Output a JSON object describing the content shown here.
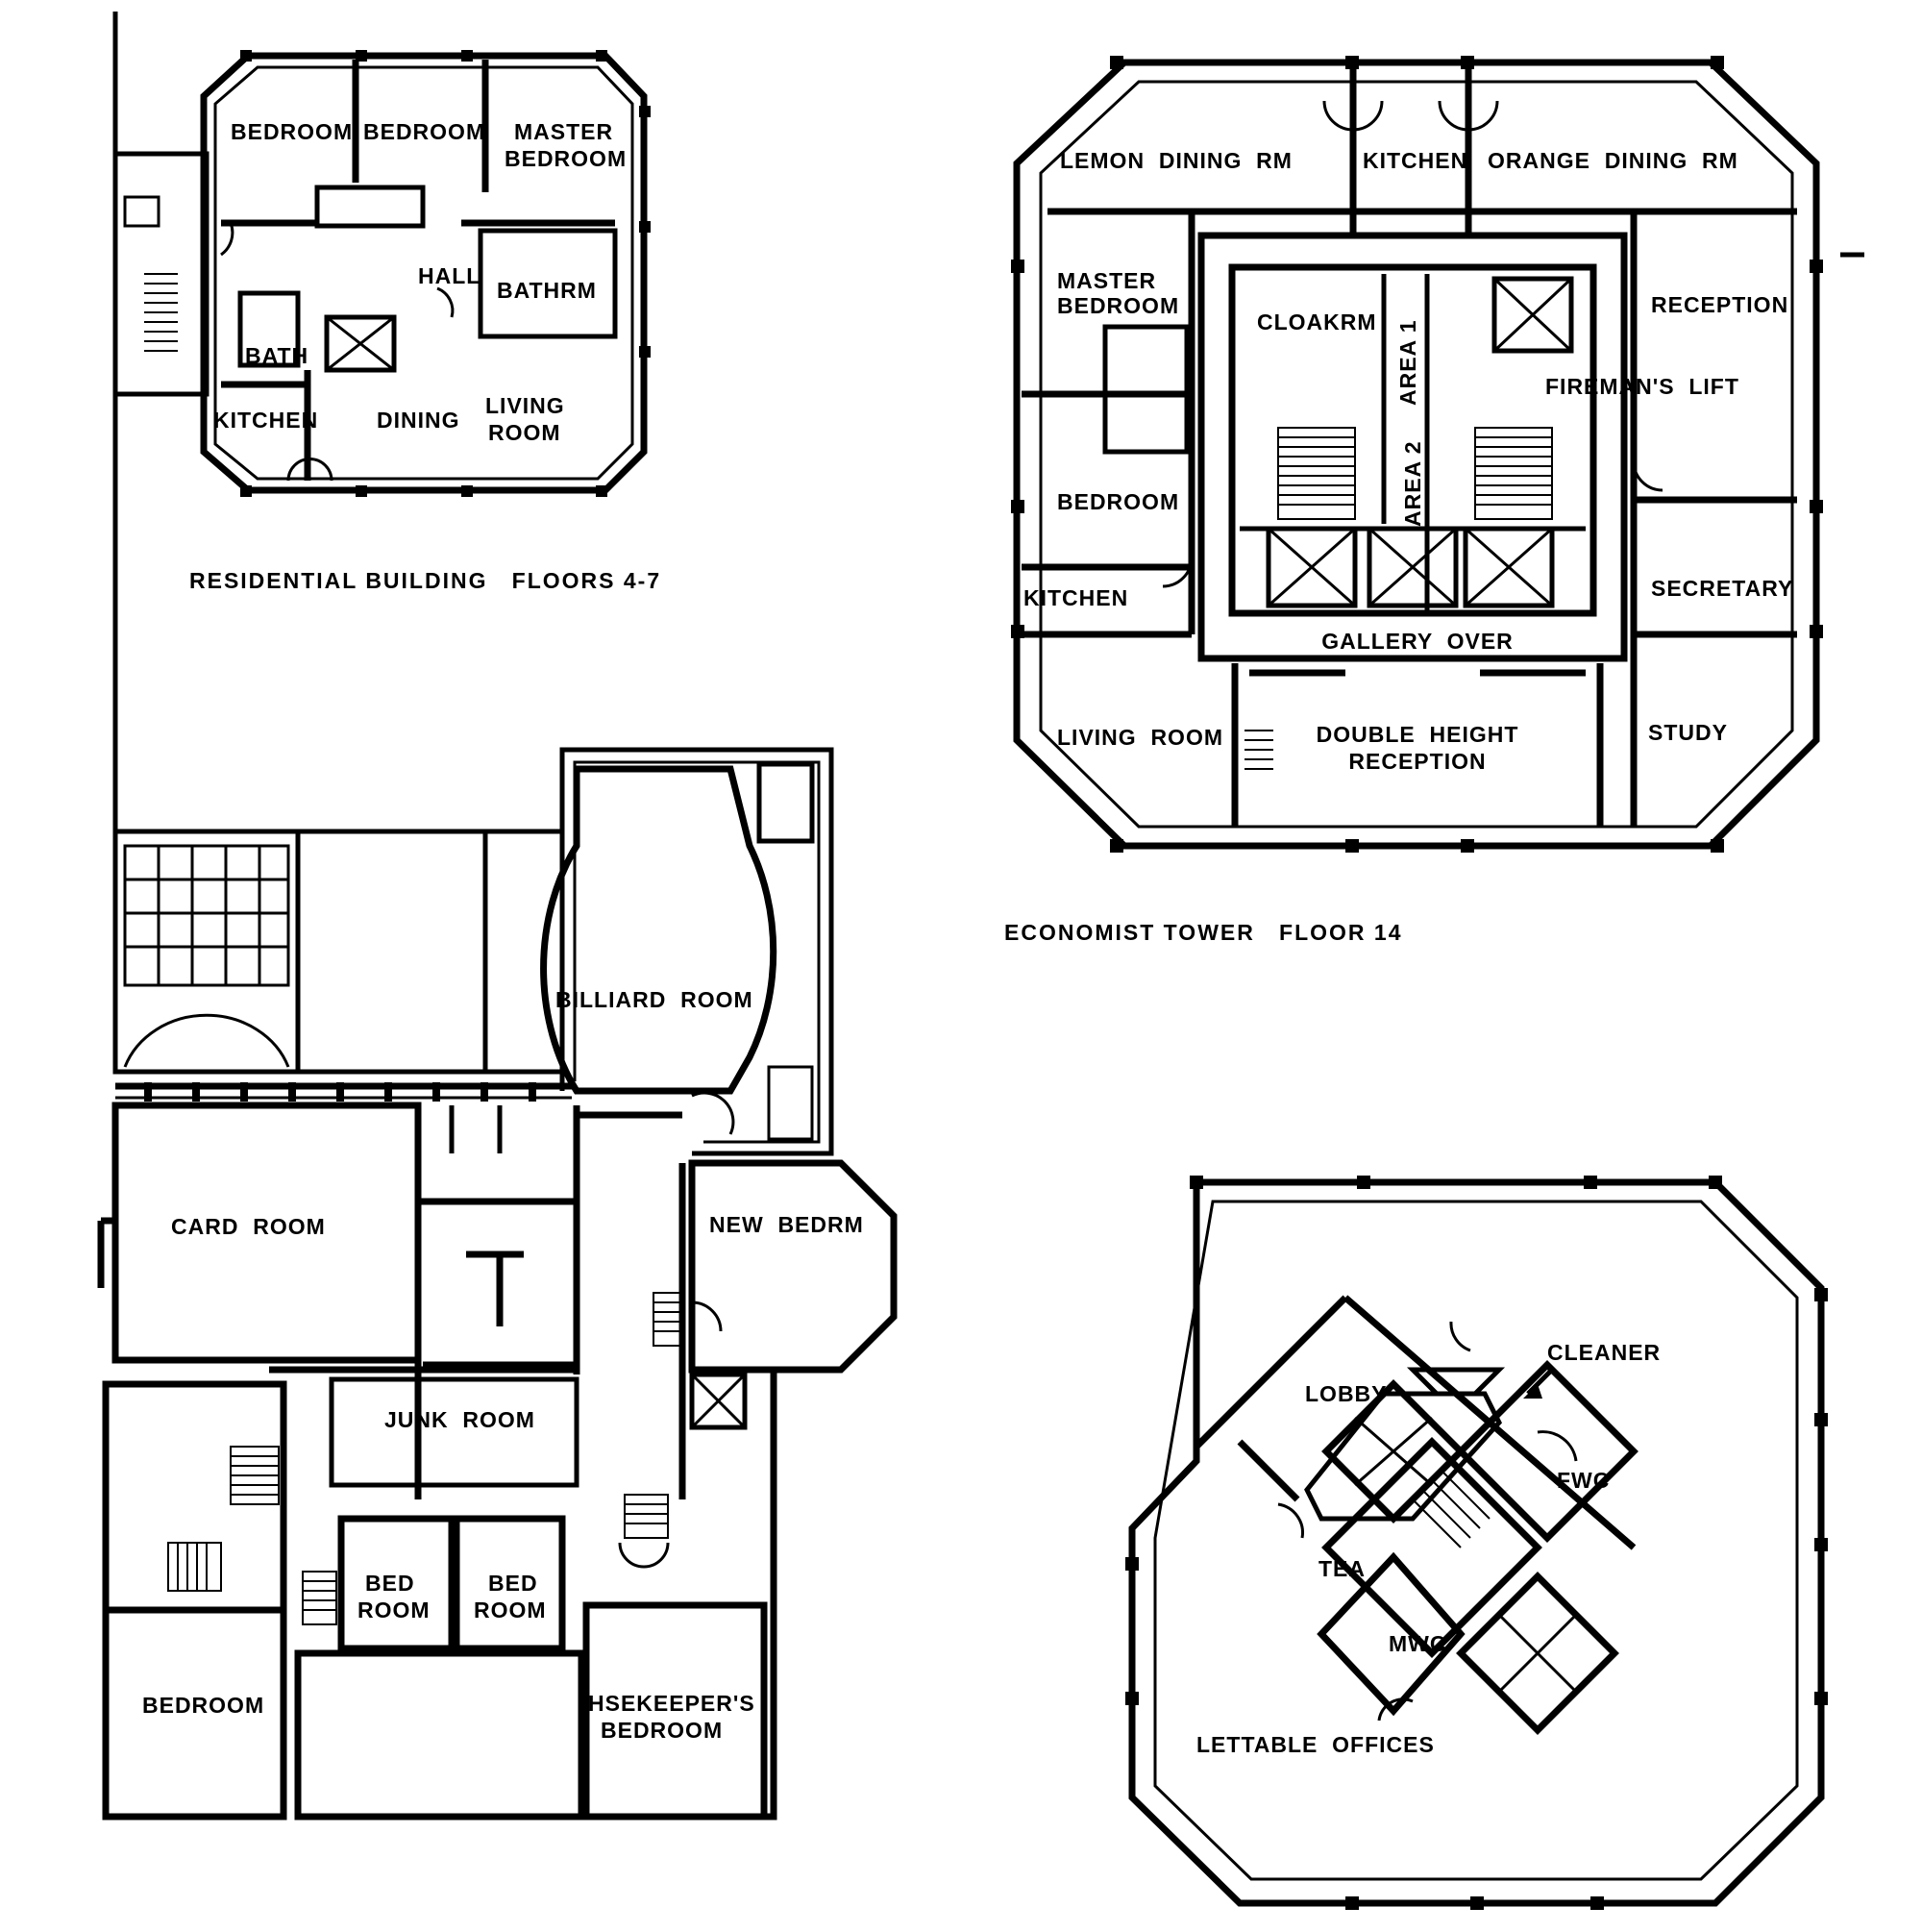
{
  "residential": {
    "caption": "RESIDENTIAL BUILDING   FLOORS 4-7",
    "rooms": {
      "bedroom_1": "BEDROOM",
      "bedroom_2": "BEDROOM",
      "master_1": "MASTER",
      "master_2": "BEDROOM",
      "hall": "HALL",
      "bathrm": "BATHRM",
      "bath": "BATH",
      "kitchen": "KITCHEN",
      "dining": "DINING",
      "living_1": "LIVING",
      "living_2": "ROOM"
    }
  },
  "economist": {
    "caption": "ECONOMIST TOWER   FLOOR 14",
    "rooms": {
      "lemon": "LEMON  DINING  RM",
      "kitchen": "KITCHEN",
      "orange": "ORANGE  DINING  RM",
      "master_1": "MASTER",
      "master_2": "BEDROOM",
      "cloakrm": "CLOAKRM",
      "area1": "AREA 1",
      "area2": "AREA 2",
      "reception": "RECEPTION",
      "firemans": "FIREMAN'S  LIFT",
      "bedroom": "BEDROOM",
      "kitchen2": "KITCHEN",
      "secretary": "SECRETARY",
      "gallery": "GALLERY  OVER",
      "living": "LIVING  ROOM",
      "double_1": "DOUBLE  HEIGHT",
      "double_2": "RECEPTION",
      "study": "STUDY"
    }
  },
  "club": {
    "rooms": {
      "billiard": "BILLIARD  ROOM",
      "card": "CARD  ROOM",
      "new_bedrm": "NEW  BEDRM",
      "junk": "JUNK  ROOM",
      "bed1_1": "BED",
      "bed1_2": "ROOM",
      "bed2_1": "BED",
      "bed2_2": "ROOM",
      "bedroom": "BEDROOM",
      "hsekeepers_1": "HSEKEEPER'S",
      "hsekeepers_2": "BEDROOM"
    }
  },
  "office": {
    "rooms": {
      "cleaner": "CLEANER",
      "lobby": "LOBBY",
      "fwc": "FWC",
      "tea": "TEA",
      "mwc": "MWC",
      "lettable": "LETTABLE  OFFICES"
    }
  }
}
